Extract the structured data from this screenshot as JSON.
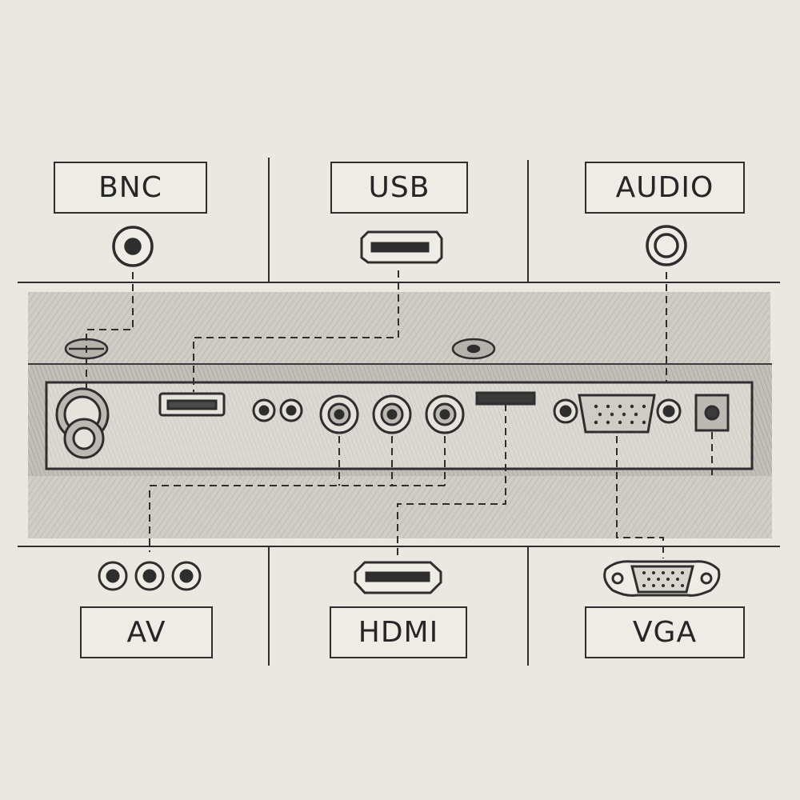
{
  "labels": {
    "bnc": "BNC",
    "usb": "USB",
    "audio": "AUDIO",
    "av": "AV",
    "hdmi": "HDMI",
    "vga": "VGA"
  },
  "colors": {
    "paper": "#ebe8e2",
    "pencil": "#2e2e2e",
    "panel_shade": "#b9b6b0"
  }
}
